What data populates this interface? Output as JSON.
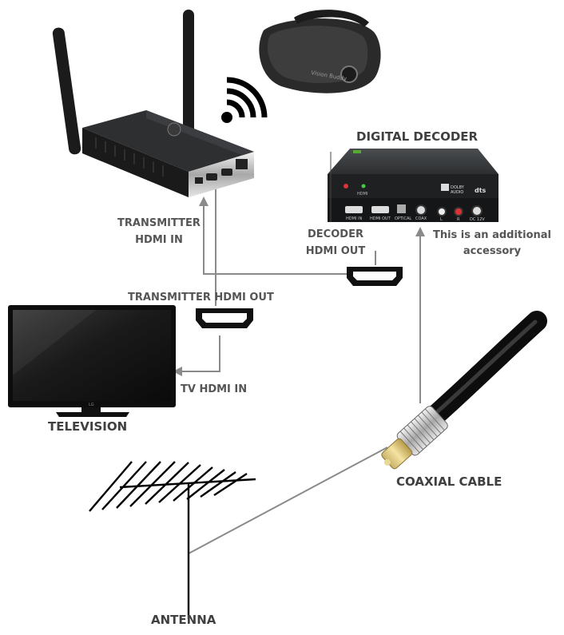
{
  "labels": {
    "digital_decoder": "DIGITAL DECODER",
    "transmitter_hdmi_in_1": "TRANSMITTER",
    "transmitter_hdmi_in_2": "HDMI IN",
    "decoder_hdmi_out_1": "DECODER",
    "decoder_hdmi_out_2": "HDMI OUT",
    "accessory_1": "This is an additional",
    "accessory_2": "accessory",
    "transmitter_hdmi_out": "TRANSMITTER  HDMI OUT",
    "tv_hdmi_in": "TV HDMI IN",
    "television": "TELEVISION",
    "coaxial_cable": "COAXIAL CABLE",
    "antenna": "ANTENNA"
  },
  "device_text": {
    "headset_brand": "Vision Buddy",
    "port_hdmi_in": "HDMI IN",
    "port_hdmi_out": "HDMI OUT",
    "port_optical": "OPTICAL",
    "port_coax": "COAX",
    "port_l": "L",
    "port_r": "R",
    "port_dc": "DC 12V",
    "front_hdmi": "HDMI",
    "dolby_1": "DOLBY",
    "dolby_2": "AUDIO",
    "dts": "dts",
    "tv_logo": "LG"
  },
  "colors": {
    "line": "#8a8a8a",
    "label": "#555555",
    "device_dark": "#2b2b2b",
    "wire": "#111111"
  }
}
